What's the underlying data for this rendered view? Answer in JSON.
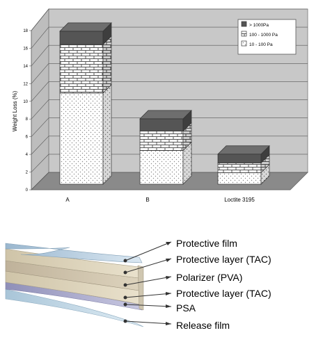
{
  "chart_data": {
    "type": "bar",
    "stacked": true,
    "view": "3d",
    "categories": [
      "A",
      "B",
      "Loctite 3195"
    ],
    "ylabel": "Weight Loss (%)",
    "ylim": [
      0,
      18
    ],
    "yticks": [
      "0",
      "2",
      "4",
      "6",
      "8",
      "10",
      "12",
      "14",
      "16",
      "18"
    ],
    "grid": true,
    "legend_position": "top-right",
    "series": [
      {
        "name": "10 - 100 Pa",
        "values": [
          10.3,
          3.8,
          1.3
        ],
        "pattern": "dots",
        "color": "#ffffff"
      },
      {
        "name": "100 - 1000 Pa",
        "values": [
          5.5,
          2.2,
          1.1
        ],
        "pattern": "bricks",
        "color": "#ffffff"
      },
      {
        "name": "> 1000Pa",
        "values": [
          1.5,
          1.4,
          1.0
        ],
        "pattern": "solid",
        "color": "#555555"
      }
    ],
    "legend_order": [
      "> 1000Pa",
      "100 - 1000 Pa",
      "10 - 100 Pa"
    ]
  },
  "diagram": {
    "layers": [
      {
        "label": "Protective film"
      },
      {
        "label": "Protective layer (TAC)"
      },
      {
        "label": "Polarizer (PVA)"
      },
      {
        "label": "Protective layer (TAC)"
      },
      {
        "label": "PSA"
      },
      {
        "label": "Release film"
      }
    ]
  }
}
